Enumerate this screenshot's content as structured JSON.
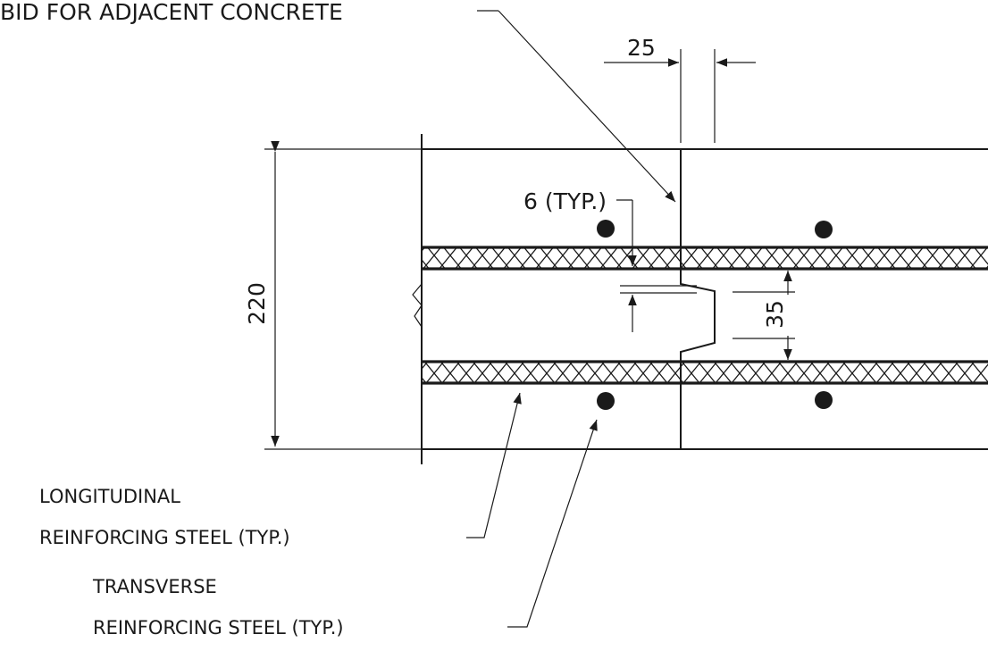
{
  "labels": {
    "adjacent_concrete": "BID FOR ADJACENT CONCRETE",
    "dim_25": "25",
    "dim_220": "220",
    "dim_35": "35",
    "typ_6": "6 (TYP.)",
    "longitudinal_line1": "LONGITUDINAL",
    "longitudinal_line2": "REINFORCING STEEL (TYP.)",
    "transverse_line1": "TRANSVERSE",
    "transverse_line2": "REINFORCING STEEL (TYP.)"
  },
  "colors": {
    "ink": "#1a1a1a",
    "background": "#ffffff"
  }
}
